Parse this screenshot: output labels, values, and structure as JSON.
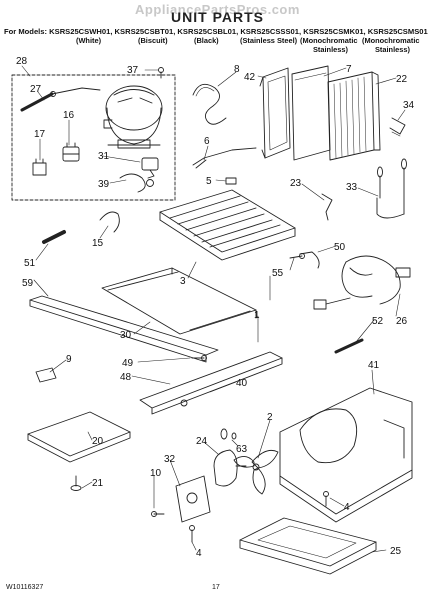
{
  "watermark": "AppliancePartsPros.com",
  "title": "UNIT PARTS",
  "models_line": "For Models: KSRS25CSWH01, KSRS25CSBT01, KSRS25CSBL01, KSRS25CSSS01, KSRS25CSMK01, KSRS25CSMS01",
  "variants": [
    "(White)",
    "(Biscuit)",
    "(Black)",
    "(Stainless Steel)",
    "(Monochromatic",
    "(Monochromatic",
    "Stainless)",
    "Stainless)"
  ],
  "callouts": [
    "28",
    "37",
    "8",
    "42",
    "7",
    "22",
    "27",
    "16",
    "17",
    "31",
    "39",
    "6",
    "34",
    "5",
    "23",
    "33",
    "15",
    "51",
    "50",
    "55",
    "3",
    "59",
    "26",
    "52",
    "30",
    "9",
    "49",
    "48",
    "40",
    "41",
    "2",
    "24",
    "63",
    "32",
    "10",
    "20",
    "21",
    "4",
    "4",
    "25",
    "1"
  ],
  "footer": {
    "doc_number": "W10116327",
    "page_number": "17"
  }
}
